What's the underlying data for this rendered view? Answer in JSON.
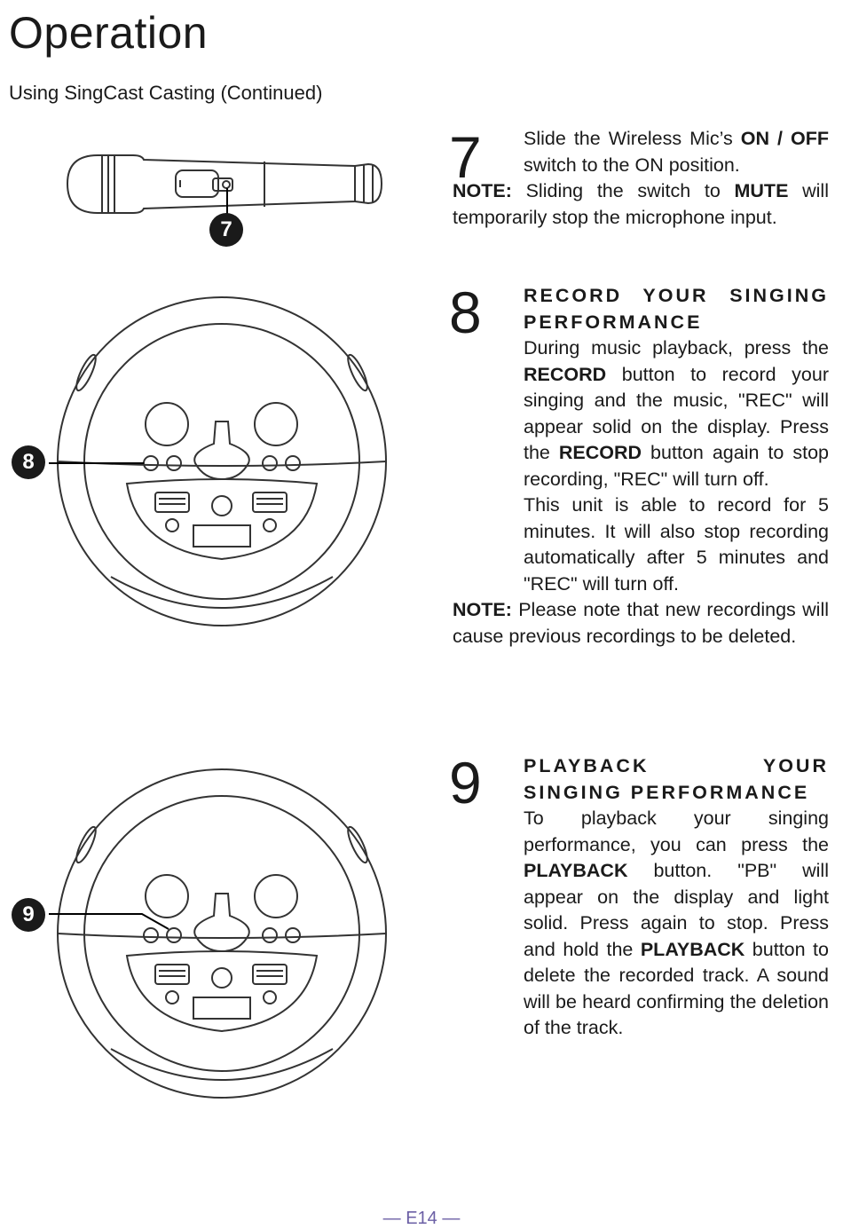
{
  "page": {
    "title": "Operation",
    "subtitle": "Using SingCast Casting (Continued)",
    "footer": "— E14 —"
  },
  "steps": [
    {
      "number": "7",
      "callout": "7",
      "lines": {
        "p1a": "Slide the Wireless Mic’s ",
        "p1b": "ON / OFF",
        "p1c": " switch to the ON position."
      },
      "note_label": "NOTE:",
      "note_a": " Sliding the switch to ",
      "note_b": "MUTE",
      "note_c": " will temporarily stop the microphone input."
    },
    {
      "number": "8",
      "callout": "8",
      "heading": "RECORD YOUR SINGING PERFORMANCE",
      "p1a": "During music playback, press the ",
      "p1b": "RECORD",
      "p1c": " button to record your singing and the music, \"REC\" will appear solid on the display. Press the ",
      "p1d": "RECORD",
      "p1e": " button again to stop recording, \"REC\" will turn off.",
      "p2": "This unit is able to record for 5 minutes. It will also stop recording automatically after 5 minutes and \"REC\" will turn off.",
      "note_label": "NOTE:",
      "note_text": " Please note that new recordings will cause previous recordings to be deleted."
    },
    {
      "number": "9",
      "callout": "9",
      "heading": "PLAYBACK YOUR SINGING PERFORMANCE",
      "p1a": "To playback your singing performance, you can press the ",
      "p1b": "PLAYBACK",
      "p1c": " button. \"PB\" will appear on the display and light solid. Press again to stop. Press and hold the ",
      "p1d": "PLAYBACK",
      "p1e": " button to delete the recorded track. A sound will be heard confirming the deletion of the track."
    }
  ]
}
